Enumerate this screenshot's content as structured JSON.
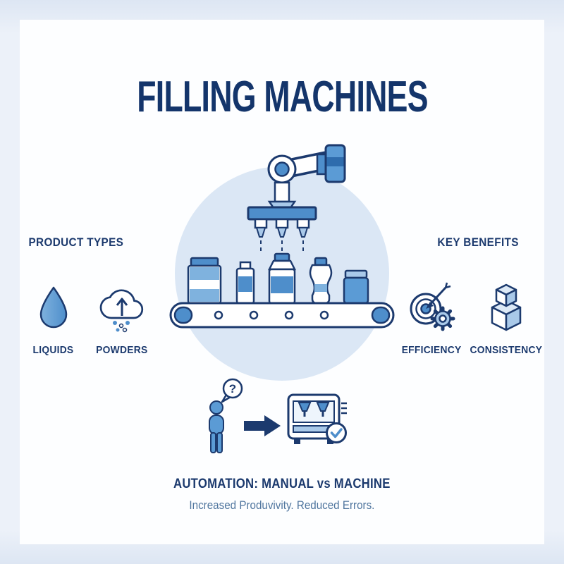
{
  "title": "FILLING MACHINES",
  "sections": {
    "product_types": {
      "heading": "PRODUCT TYPES",
      "items": [
        {
          "label": "LIQUIDS",
          "icon": "water-drop-icon"
        },
        {
          "label": "POWDERS",
          "icon": "powder-cloud-icon"
        }
      ]
    },
    "key_benefits": {
      "heading": "KEY BENEFITS",
      "items": [
        {
          "label": "EFFICIENCY",
          "icon": "target-dart-gear-icon"
        },
        {
          "label": "CONSISTENCY",
          "icon": "stacked-boxes-icon"
        }
      ]
    },
    "automation": {
      "heading": "AUTOMATION: MANUAL vs MACHINE",
      "subtitle": "Increased Produvivity. Reduced Errors.",
      "question_mark": "?"
    }
  },
  "illustration": {
    "name": "robotic-filling-line",
    "elements": [
      "robot-arm",
      "filling-nozzles",
      "conveyor-belt",
      "bottles"
    ]
  },
  "colors": {
    "navy": "#1c3a6e",
    "title_navy": "#14356b",
    "blue": "#4e8ecb",
    "mid_blue": "#5b9bd5",
    "light_blue": "#a9c9e9",
    "pale_blue": "#dbe7f5",
    "frame_bg": "#e7eef8",
    "card_bg": "#fdfeff",
    "subtitle_text": "#4f759e"
  }
}
